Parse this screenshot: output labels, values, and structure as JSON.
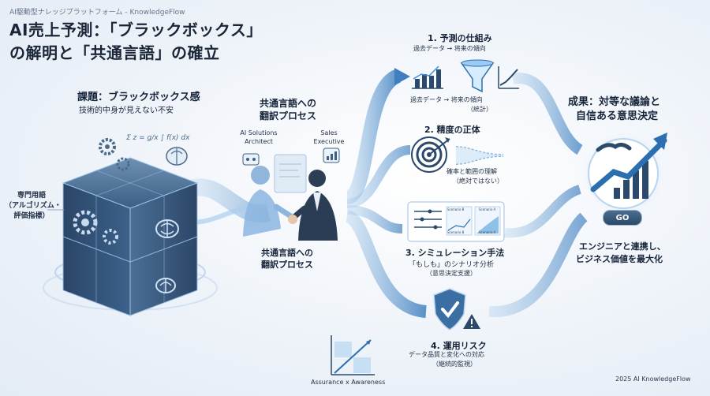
{
  "brand": "AI駆動型ナレッジプラットフォーム - KnowledgeFlow",
  "title": {
    "line1": "AI売上予測：「ブラックボックス」",
    "line2": "の解明と「共通言語」の確立"
  },
  "problem": {
    "heading": "課題：ブラックボックス感",
    "sub": "技術的中身が見えない不安",
    "formula": "Σ z = g/x ∫ f(x) dx"
  },
  "left_label": [
    "専門用語",
    "（アルゴリズム・",
    "評価指標）"
  ],
  "translate_top": [
    "共通言語への",
    "翻訳プロセス"
  ],
  "translate_bottom": [
    "共通言語への",
    "翻訳プロセス"
  ],
  "roles": {
    "ai": [
      "AI Solutions",
      "Architect"
    ],
    "sales": [
      "Sales",
      "Executive"
    ]
  },
  "step1": {
    "title": "1. 予測の仕組み",
    "sub": "過去データ → 将来の傾向",
    "sub2": "過去データ → 将来の傾向",
    "sub3": "（統計）"
  },
  "step2": {
    "title": "2. 精度の正体",
    "sub": "確率と範囲の理解",
    "sub2": "（絶対ではない）"
  },
  "step3": {
    "title": "3. シミュレーション手法",
    "sub": "「もしも」のシナリオ分析",
    "sub2": "（意思決定支援）",
    "card_labels": [
      "Scenario A",
      "Scenario B",
      "Scenario A",
      "Scenario B"
    ]
  },
  "step4": {
    "title": "4. 運用リスク",
    "sub": "データ品質と変化への対応",
    "sub2": "（継続的監視）"
  },
  "assurance": "Assurance x Awareness",
  "result": {
    "heading1": "成果：対等な議論と",
    "heading2": "自信ある意思決定",
    "go": "GO",
    "sub1": "エンジニアと連携し、",
    "sub2": "ビジネス価値を最大化"
  },
  "footer": "2025 AI KnowledgeFlow",
  "colors": {
    "accent": "#2f6fae",
    "flow": "#7fb2e0",
    "dark": "#1a2638",
    "cube": "#37597d"
  }
}
